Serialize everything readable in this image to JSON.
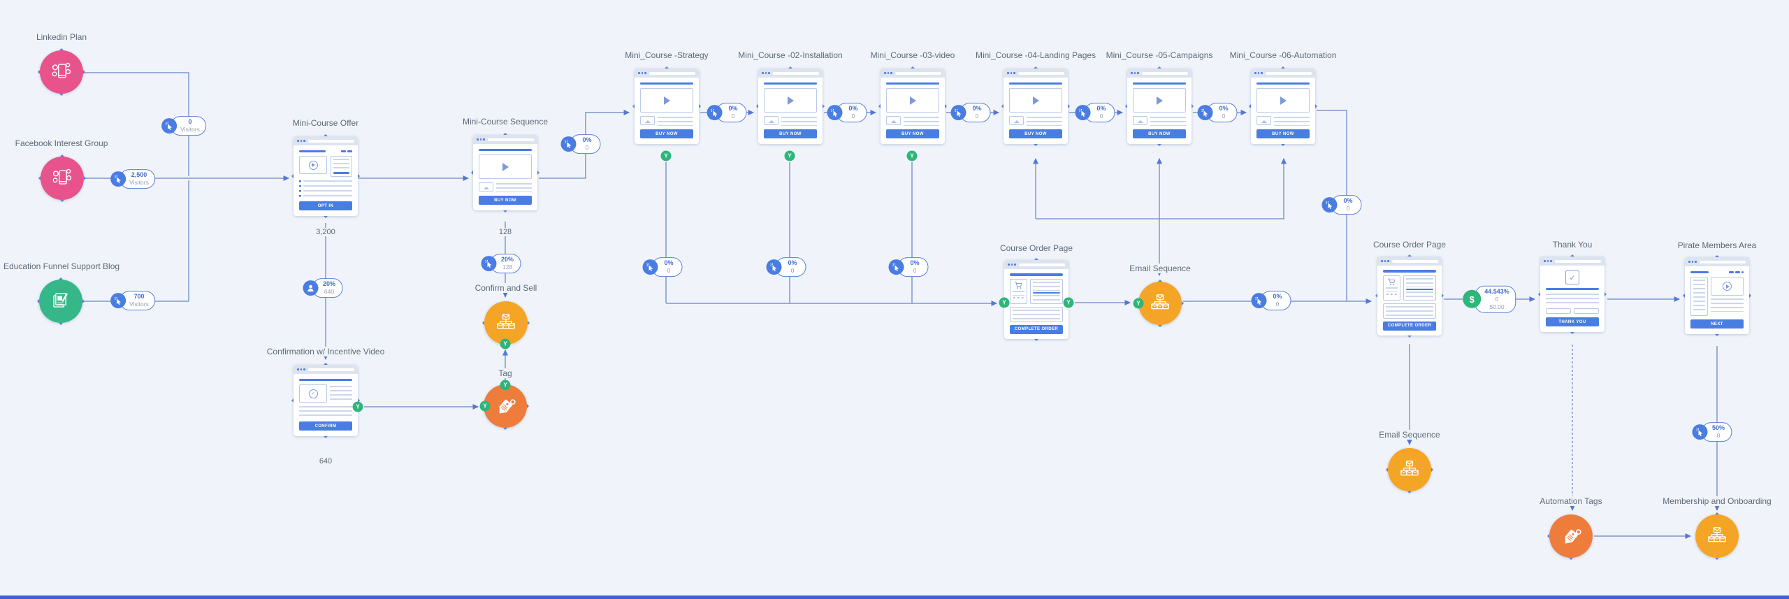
{
  "app": {
    "type": "funnel-mapping-canvas"
  },
  "colors": {
    "canvas": "#f0f4fa",
    "accent": "#4a7de2",
    "connector": "#7e96cf",
    "source_pink": "#e8538c",
    "source_green": "#35b789",
    "action_amber": "#f5a525",
    "action_orange": "#ee7d3c",
    "badge_green": "#2eb579",
    "bottom_bar": "#3f5ed8"
  },
  "misc": {
    "y_label": "Y",
    "dollar": "$"
  },
  "sources": [
    {
      "label": "Linkedin Plan",
      "icon": "social-traffic-icon"
    },
    {
      "label": "Facebook Interest Group",
      "icon": "social-traffic-icon"
    },
    {
      "label": "Education Funnel Support Blog",
      "icon": "blog-icon"
    }
  ],
  "pages": [
    {
      "label": "Mini-Course Offer",
      "button": "OPT IN",
      "stat": "3,200"
    },
    {
      "label": "Mini-Course Sequence",
      "button": "BUY NOW",
      "stat": "128"
    },
    {
      "label": "Confirmation w/ Incentive Video",
      "button": "CONFIRM",
      "stat": "640"
    },
    {
      "label": "Mini_Course -Strategy",
      "button": "BUY NOW"
    },
    {
      "label": "Mini_Course -02-Installation",
      "button": "BUY NOW"
    },
    {
      "label": "Mini_Course -03-video",
      "button": "BUY NOW"
    },
    {
      "label": "Mini_Course -04-Landing Pages",
      "button": "BUY NOW"
    },
    {
      "label": "Mini_Course -05-Campaigns",
      "button": "BUY NOW"
    },
    {
      "label": "Mini_Course -06-Automation",
      "button": "BUY NOW"
    },
    {
      "label": "Course Order Page",
      "button": "COMPLETE ORDER"
    },
    {
      "label": "Course Order Page",
      "button": "COMPLETE ORDER"
    },
    {
      "label": "Thank You",
      "button": "THANK YOU"
    },
    {
      "label": "Pirate Members Area",
      "button": "NEXT"
    }
  ],
  "actions": [
    {
      "label": "Confirm and Sell",
      "icon": "email-sequence-icon"
    },
    {
      "label": "Tag",
      "icon": "tag-icon"
    },
    {
      "label": "Email Sequence",
      "icon": "email-sequence-icon"
    },
    {
      "label": "Email Sequence",
      "icon": "email-sequence-icon"
    },
    {
      "label": "Automation Tags",
      "icon": "tag-icon"
    },
    {
      "label": "Membership and Onboarding",
      "icon": "email-sequence-icon"
    }
  ],
  "badges": [
    {
      "icon": "click-icon",
      "line1": "0",
      "line2": "Visitors"
    },
    {
      "icon": "click-icon",
      "line1": "2,500",
      "line2": "Visitors"
    },
    {
      "icon": "click-icon",
      "line1": "700",
      "line2": "Visitors"
    },
    {
      "icon": "person-icon",
      "line1": "20%",
      "line2": "640"
    },
    {
      "icon": "click-icon",
      "line1": "20%",
      "line2": "128"
    },
    {
      "icon": "click-icon",
      "line1": "0%",
      "line2": "0"
    },
    {
      "icon": "click-icon",
      "line1": "0%",
      "line2": "0"
    },
    {
      "icon": "click-icon",
      "line1": "0%",
      "line2": "0"
    },
    {
      "icon": "click-icon",
      "line1": "0%",
      "line2": "0"
    },
    {
      "icon": "click-icon",
      "line1": "0%",
      "line2": "0"
    },
    {
      "icon": "click-icon",
      "line1": "0%",
      "line2": "0"
    },
    {
      "icon": "click-icon",
      "line1": "0%",
      "line2": "0"
    },
    {
      "icon": "click-icon",
      "line1": "0%",
      "line2": "0"
    },
    {
      "icon": "click-icon",
      "line1": "0%",
      "line2": "0"
    },
    {
      "icon": "click-icon",
      "line1": "0%",
      "line2": "0"
    },
    {
      "icon": "click-icon",
      "line1": "0%",
      "line2": "0"
    },
    {
      "icon": "dollar-icon",
      "line1": "44.543%",
      "line2": "0",
      "line3": "$0.00"
    },
    {
      "icon": "click-icon",
      "line1": "50%",
      "line2": "0"
    }
  ]
}
